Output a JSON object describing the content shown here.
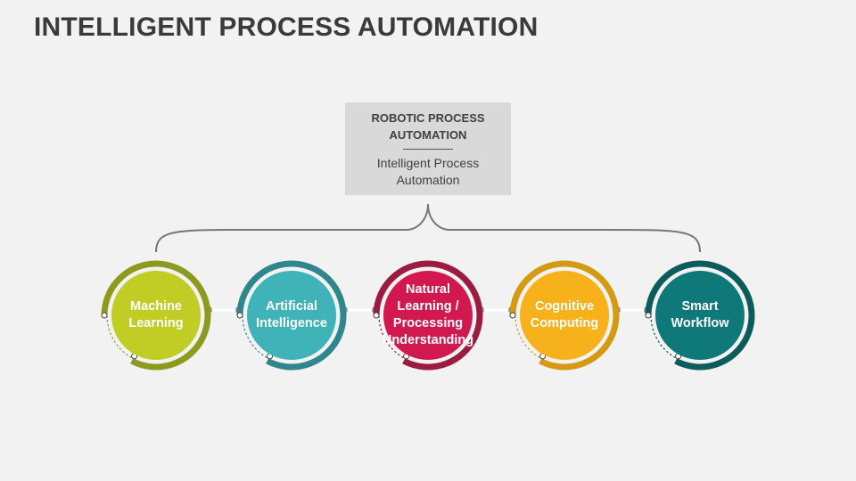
{
  "title": "INTELLIGENT PROCESS AUTOMATION",
  "box": {
    "heading": "ROBOTIC PROCESS\nAUTOMATION",
    "subtext": "Intelligent Process\nAutomation"
  },
  "circles": [
    {
      "label": "Machine\nLearning",
      "outer": "#8d9a1e",
      "inner": "#c1cc24"
    },
    {
      "label": "Artificial\nIntelligence",
      "outer": "#2f868b",
      "inner": "#40b3b9"
    },
    {
      "label": "Natural\nLearning /\nProcessing\nUnderstanding",
      "outer": "#9b1b41",
      "inner": "#d1194f"
    },
    {
      "label": "Cognitive\nComputing",
      "outer": "#d39a12",
      "inner": "#f6b11b"
    },
    {
      "label": "Smart\nWorkflow",
      "outer": "#0d5c5c",
      "inner": "#0f7878"
    }
  ]
}
